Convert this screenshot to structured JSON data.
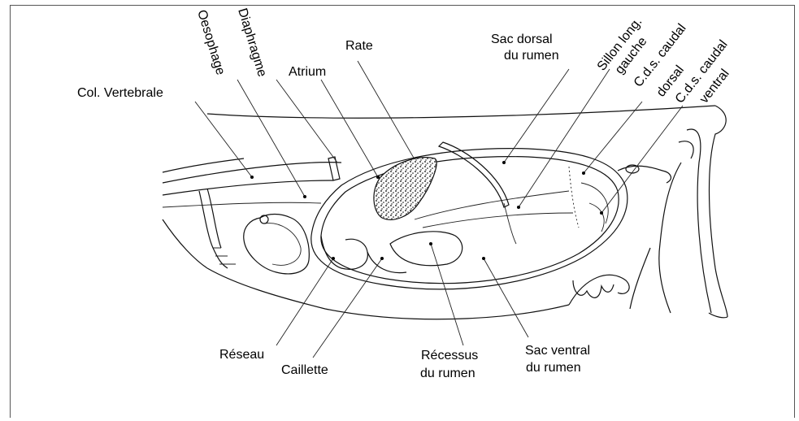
{
  "labels": {
    "col_vertebrale": "Col. Vertebrale",
    "oesophage": "Oesophage",
    "diaphragme": "Diaphragme",
    "atrium": "Atrium",
    "rate": "Rate",
    "sac_dorsal_1": "Sac dorsal",
    "sac_dorsal_2": "du rumen",
    "sillon_1": "Sillon long.",
    "sillon_2": "gauche",
    "cds_dorsal_1": "C.d.s. caudal",
    "cds_dorsal_2": "dorsal",
    "cds_ventral_1": "C.d.s. caudal",
    "cds_ventral_2": "ventral",
    "reseau": "Réseau",
    "caillette": "Caillette",
    "recessus_1": "Récessus",
    "recessus_2": "du rumen",
    "sac_ventral_1": "Sac ventral",
    "sac_ventral_2": "du rumen"
  }
}
